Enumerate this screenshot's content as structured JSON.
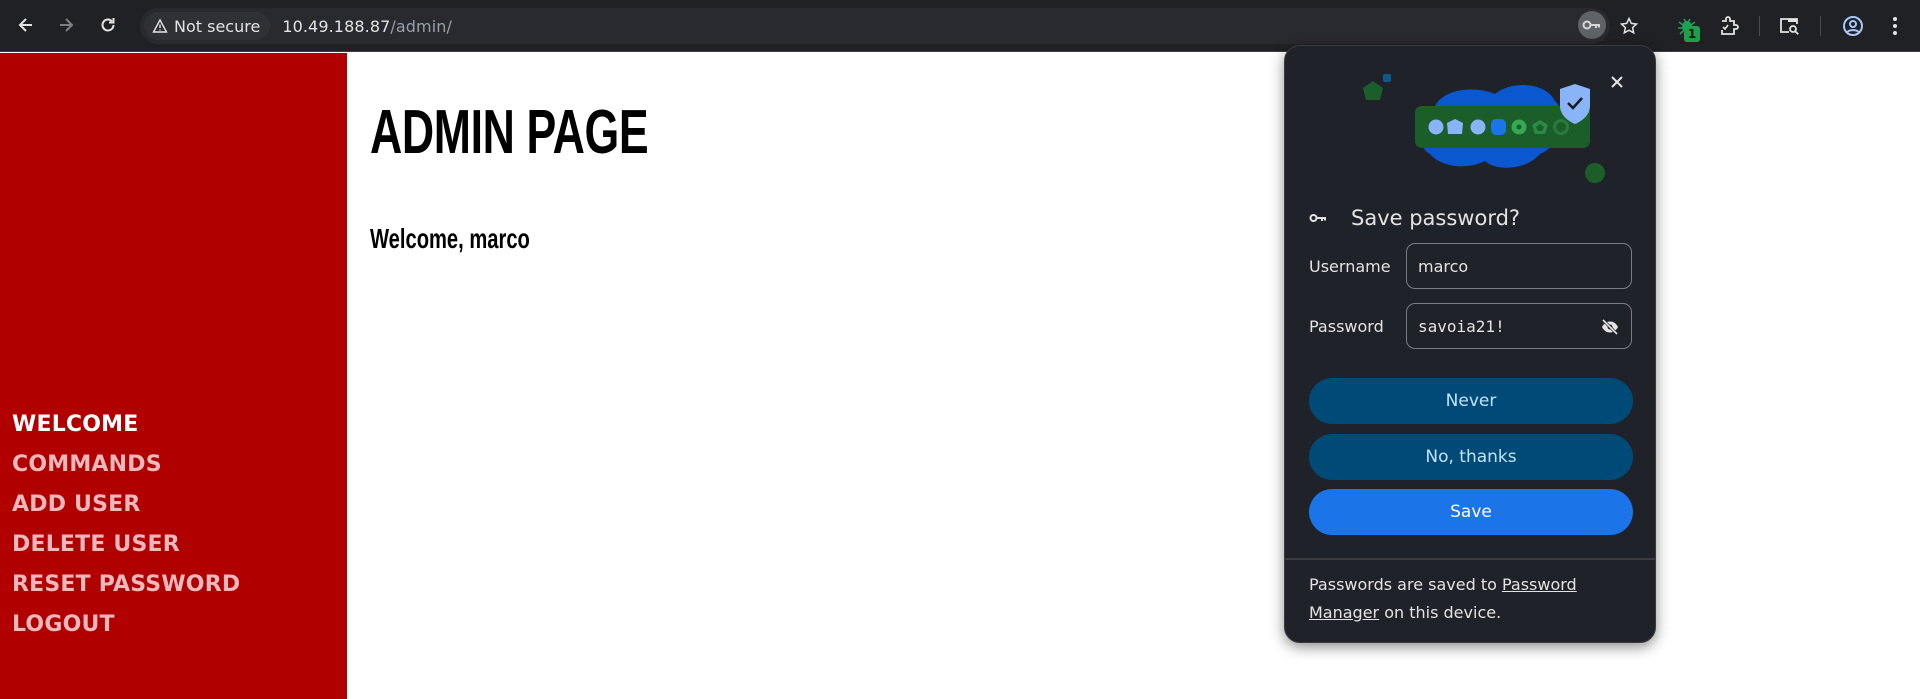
{
  "browser": {
    "security_label": "Not secure",
    "url_host": "10.49.188.87",
    "url_path": "/admin/",
    "extension_badge": "1",
    "icons": {
      "back": "arrow-left-icon",
      "forward": "arrow-right-icon",
      "reload": "reload-icon",
      "warning": "warning-triangle-icon",
      "password_key": "key-icon",
      "bookmark": "star-icon",
      "extension_bug": "bug-extension-icon",
      "extensions": "puzzle-icon",
      "tab_search": "tab-search-icon",
      "profile": "profile-icon",
      "menu": "kebab-menu-icon"
    }
  },
  "sidebar": {
    "items": [
      {
        "label": "WELCOME",
        "active": true
      },
      {
        "label": "COMMANDS",
        "active": false
      },
      {
        "label": "ADD USER",
        "active": false
      },
      {
        "label": "DELETE USER",
        "active": false
      },
      {
        "label": "RESET PASSWORD",
        "active": false
      },
      {
        "label": "LOGOUT",
        "active": false
      }
    ]
  },
  "main": {
    "title": "ADMIN PAGE",
    "welcome": "Welcome, marco"
  },
  "password_popup": {
    "title": "Save password?",
    "username_label": "Username",
    "username_value": "marco",
    "password_label": "Password",
    "password_value": "savoia21!",
    "buttons": {
      "never": "Never",
      "no_thanks": "No, thanks",
      "save": "Save"
    },
    "footer": {
      "prefix": "Passwords are saved to ",
      "link": "Password Manager",
      "suffix": " on this device."
    }
  },
  "colors": {
    "sidebar_bg": "#b00000",
    "sidebar_active": "#ffffff",
    "sidebar_inactive": "#eeb8bd",
    "popup_bg": "#202229",
    "tonal_button": "#004a77",
    "primary_button": "#1b74e8",
    "toolbar_bg": "#202124"
  }
}
